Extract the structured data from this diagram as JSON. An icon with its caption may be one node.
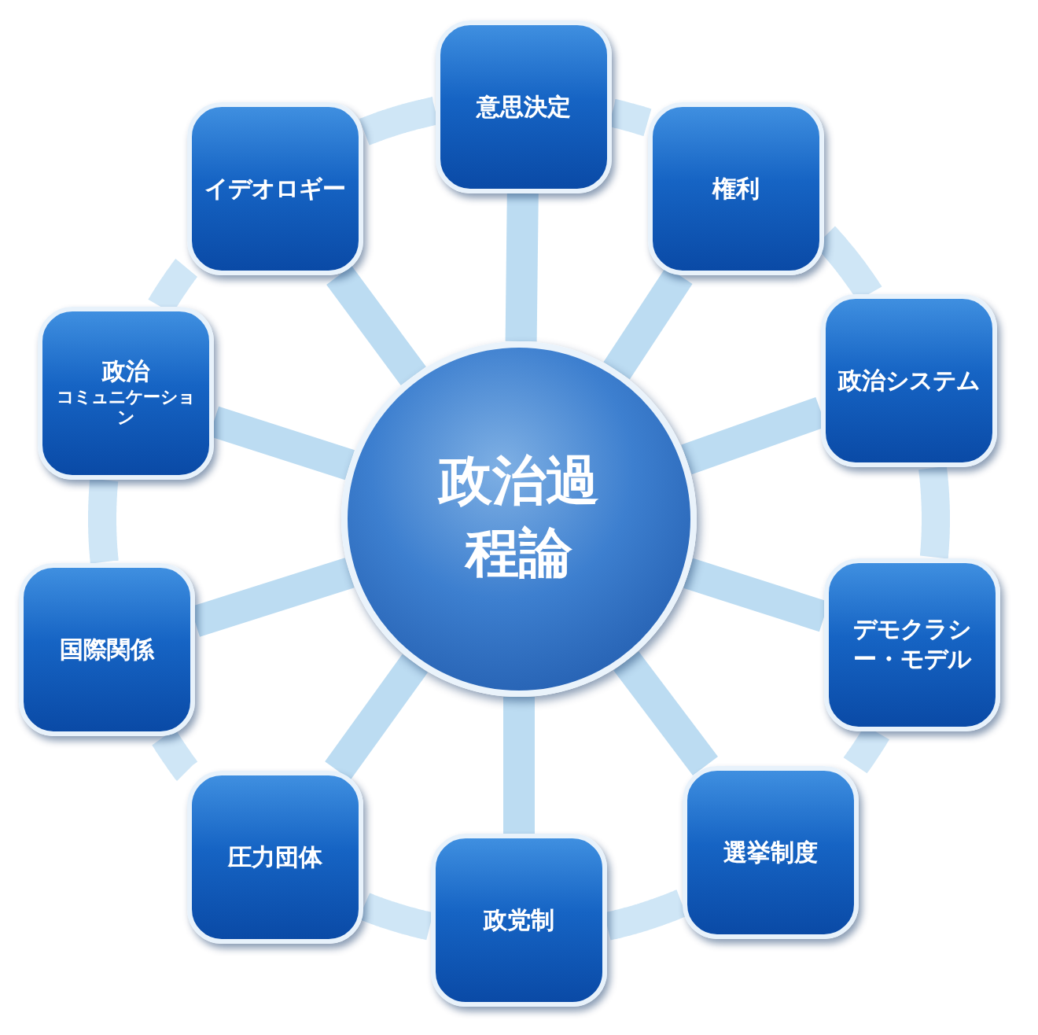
{
  "diagram": {
    "nodes": [
      {
        "text": [
          "政治過程論"
        ]
      },
      {
        "text": [
          "意思決定"
        ]
      },
      {
        "text": [
          "権利"
        ]
      },
      {
        "text": [
          "政治システム"
        ]
      },
      {
        "text": [
          "デモクラシー・モデル"
        ]
      },
      {
        "text": [
          "選挙制度"
        ]
      },
      {
        "text": [
          "政党制"
        ]
      },
      {
        "text": [
          "圧力団体"
        ]
      },
      {
        "text": [
          "国際関係"
        ]
      },
      {
        "text": [
          "政治",
          "コミュニケーション"
        ]
      },
      {
        "text": [
          "イデオロギー"
        ]
      }
    ],
    "edges": [
      {
        "from": 0,
        "to": 1,
        "arrow": "none"
      },
      {
        "from": 0,
        "to": 2,
        "arrow": "none"
      },
      {
        "from": 0,
        "to": 3,
        "arrow": "none"
      },
      {
        "from": 0,
        "to": 4,
        "arrow": "none"
      },
      {
        "from": 0,
        "to": 5,
        "arrow": "none"
      },
      {
        "from": 0,
        "to": 6,
        "arrow": "none"
      },
      {
        "from": 0,
        "to": 7,
        "arrow": "none"
      },
      {
        "from": 0,
        "to": 8,
        "arrow": "none"
      },
      {
        "from": 0,
        "to": 9,
        "arrow": "none"
      },
      {
        "from": 0,
        "to": 10,
        "arrow": "none"
      },
      {
        "from": 1,
        "to": 2,
        "arrow": "none"
      },
      {
        "from": 2,
        "to": 3,
        "arrow": "none"
      },
      {
        "from": 3,
        "to": 4,
        "arrow": "none"
      },
      {
        "from": 4,
        "to": 5,
        "arrow": "none"
      },
      {
        "from": 5,
        "to": 6,
        "arrow": "none"
      },
      {
        "from": 6,
        "to": 7,
        "arrow": "none"
      },
      {
        "from": 7,
        "to": 8,
        "arrow": "none"
      },
      {
        "from": 8,
        "to": 9,
        "arrow": "none"
      },
      {
        "from": 9,
        "to": 10,
        "arrow": "none"
      },
      {
        "from": 10,
        "to": 1,
        "arrow": "none"
      }
    ]
  }
}
